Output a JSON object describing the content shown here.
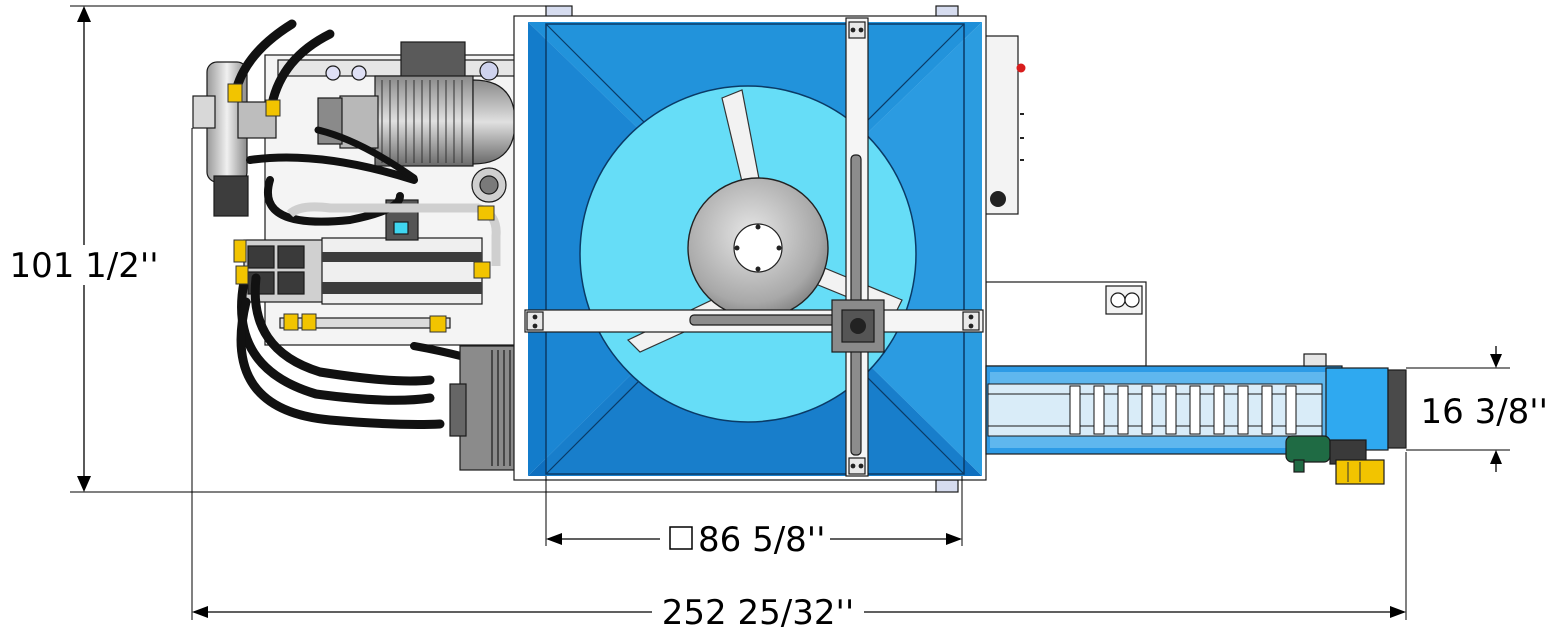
{
  "dimensions": {
    "overall_height": "101 1/2''",
    "square_size": "86 5/8''",
    "overall_length": "252 25/32''",
    "conveyor_width": "16 3/8''",
    "square_symbol": "□"
  },
  "colors": {
    "hopper_blue": "#1e8fd8",
    "hopper_light": "#66ddf7",
    "hopper_dark": "#0a5fa8",
    "frame_gray": "#c8c8c8",
    "motor_dark": "#4a4a4a",
    "hose_black": "#111111",
    "fitting_yellow": "#f2c400",
    "conveyor_blue": "#2d9be6",
    "motor_green": "#1f6b44"
  }
}
